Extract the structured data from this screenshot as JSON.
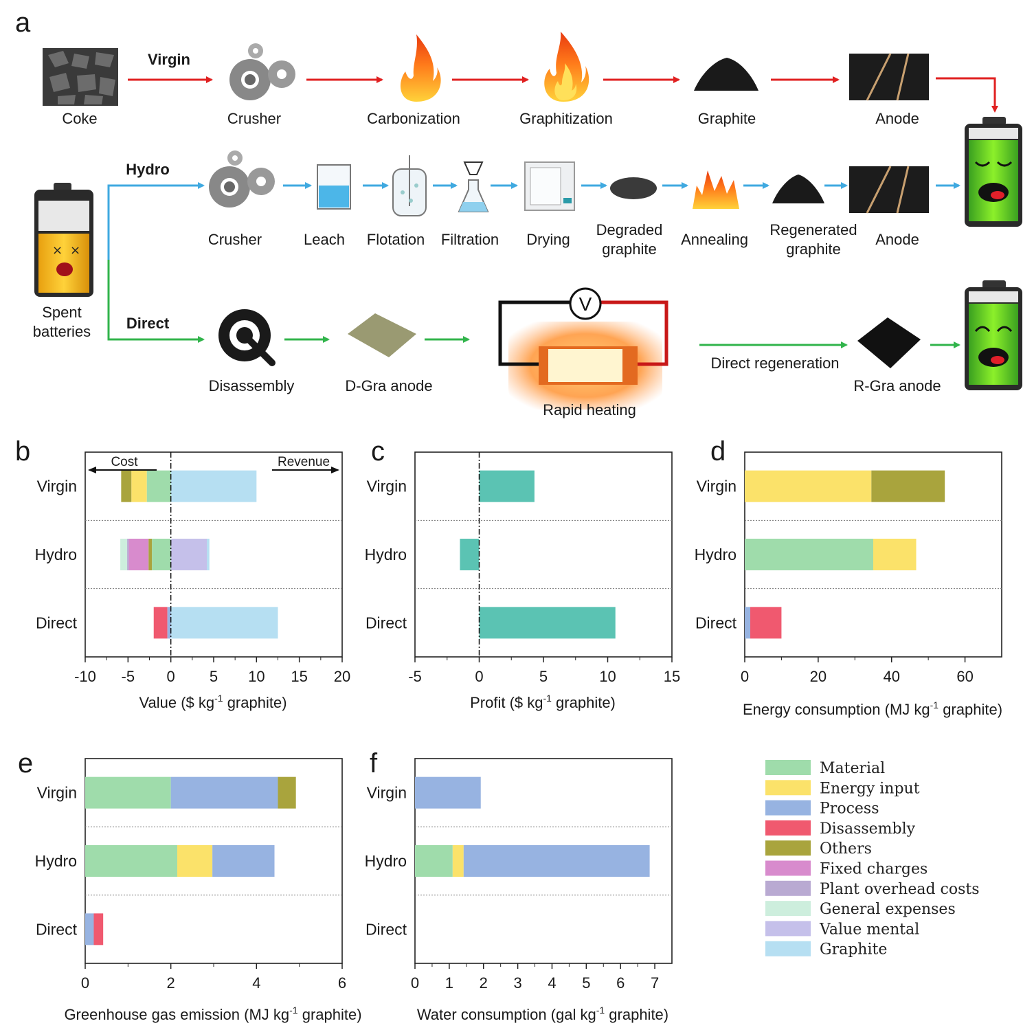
{
  "colors": {
    "virgin_arrow": "#e02020",
    "hydro_arrow": "#3fa9e0",
    "direct_arrow": "#31b44b",
    "material": "#9fdcab",
    "energy_input": "#fbe26a",
    "process": "#97b3e1",
    "disassembly": "#f0596f",
    "others": "#a9a43d",
    "fixed_charges": "#d88bcd",
    "plant_overhead": "#b9aad2",
    "general_expenses": "#cdeedd",
    "value_mental": "#c5c0ea",
    "graphite": "#b6dff2",
    "profit": "#5bc3b3"
  },
  "panel_a": {
    "panel_label": "a",
    "virgin_label": "Virgin",
    "hydro_label": "Hydro",
    "direct_label": "Direct",
    "spent": [
      "Spent",
      "batteries"
    ],
    "virgin_steps": [
      "Coke",
      "Crusher",
      "Carbonization",
      "Graphitization",
      "Graphite",
      "Anode"
    ],
    "hydro_steps": [
      "Crusher",
      "Leach",
      "Flotation",
      "Filtration",
      "Drying",
      "Degraded graphite",
      "Annealing",
      "Regenerated graphite",
      "Anode"
    ],
    "direct_steps": [
      "Disassembly",
      "D-Gra anode",
      "Rapid heating",
      "Direct regeneration",
      "R-Gra anode"
    ],
    "voltmeter": "V"
  },
  "legend": [
    {
      "label": "Material",
      "color_key": "material"
    },
    {
      "label": "Energy input",
      "color_key": "energy_input"
    },
    {
      "label": "Process",
      "color_key": "process"
    },
    {
      "label": "Disassembly",
      "color_key": "disassembly"
    },
    {
      "label": "Others",
      "color_key": "others"
    },
    {
      "label": "Fixed charges",
      "color_key": "fixed_charges"
    },
    {
      "label": "Plant overhead costs",
      "color_key": "plant_overhead"
    },
    {
      "label": "General expenses",
      "color_key": "general_expenses"
    },
    {
      "label": "Value mental",
      "color_key": "value_mental"
    },
    {
      "label": "Graphite",
      "color_key": "graphite"
    }
  ],
  "chart_data": [
    {
      "panel": "b",
      "type": "bar",
      "orientation": "horizontal",
      "stacked": true,
      "categories": [
        "Virgin",
        "Hydro",
        "Direct"
      ],
      "xlabel": "Value ($ kg⁻¹ graphite)",
      "xlim": [
        -10,
        20
      ],
      "xticks": [
        -10,
        -5,
        0,
        5,
        10,
        15,
        20
      ],
      "annotations": [
        "Cost",
        "Revenue"
      ],
      "segments": [
        {
          "category": "Virgin",
          "component": "Others",
          "from": -5.8,
          "to": -4.6
        },
        {
          "category": "Virgin",
          "component": "Energy input",
          "from": -4.6,
          "to": -2.8
        },
        {
          "category": "Virgin",
          "component": "Material",
          "from": -2.8,
          "to": 0
        },
        {
          "category": "Virgin",
          "component": "Graphite",
          "from": 0,
          "to": 10.0
        },
        {
          "category": "Hydro",
          "component": "General expenses",
          "from": -5.9,
          "to": -5.1
        },
        {
          "category": "Hydro",
          "component": "Plant overhead costs",
          "from": -5.1,
          "to": -4.9
        },
        {
          "category": "Hydro",
          "component": "Fixed charges",
          "from": -4.9,
          "to": -2.6
        },
        {
          "category": "Hydro",
          "component": "Others",
          "from": -2.6,
          "to": -2.2
        },
        {
          "category": "Hydro",
          "component": "Material",
          "from": -2.2,
          "to": 0
        },
        {
          "category": "Hydro",
          "component": "Value mental",
          "from": 0,
          "to": 4.2
        },
        {
          "category": "Hydro",
          "component": "Graphite",
          "from": 4.2,
          "to": 4.5
        },
        {
          "category": "Direct",
          "component": "Disassembly",
          "from": -2.0,
          "to": -0.4
        },
        {
          "category": "Direct",
          "component": "Process",
          "from": -0.4,
          "to": 0
        },
        {
          "category": "Direct",
          "component": "Graphite",
          "from": 0,
          "to": 12.5
        }
      ]
    },
    {
      "panel": "c",
      "type": "bar",
      "orientation": "horizontal",
      "categories": [
        "Virgin",
        "Hydro",
        "Direct"
      ],
      "values": [
        4.3,
        -1.5,
        10.6
      ],
      "xlabel": "Profit ($ kg⁻¹ graphite)",
      "xlim": [
        -5,
        15
      ],
      "xticks": [
        -5,
        0,
        5,
        10,
        15
      ]
    },
    {
      "panel": "d",
      "type": "bar",
      "orientation": "horizontal",
      "stacked": true,
      "categories": [
        "Virgin",
        "Hydro",
        "Direct"
      ],
      "xlabel": "Energy consumption (MJ kg⁻¹ graphite)",
      "xlim": [
        0,
        70
      ],
      "xticks": [
        0,
        20,
        40,
        60
      ],
      "segments": [
        {
          "category": "Virgin",
          "component": "Energy input",
          "from": 0,
          "to": 34.5
        },
        {
          "category": "Virgin",
          "component": "Others",
          "from": 34.5,
          "to": 54.5
        },
        {
          "category": "Hydro",
          "component": "Material",
          "from": 0,
          "to": 35.0
        },
        {
          "category": "Hydro",
          "component": "Energy input",
          "from": 35.0,
          "to": 46.7
        },
        {
          "category": "Direct",
          "component": "Process",
          "from": 0,
          "to": 1.5
        },
        {
          "category": "Direct",
          "component": "Disassembly",
          "from": 1.5,
          "to": 10.0
        }
      ]
    },
    {
      "panel": "e",
      "type": "bar",
      "orientation": "horizontal",
      "stacked": true,
      "categories": [
        "Virgin",
        "Hydro",
        "Direct"
      ],
      "xlabel": "Greenhouse gas emission (MJ kg⁻¹ graphite)",
      "xlim": [
        0,
        6
      ],
      "xticks": [
        0,
        2,
        4,
        6
      ],
      "segments": [
        {
          "category": "Virgin",
          "component": "Material",
          "from": 0,
          "to": 2.0
        },
        {
          "category": "Virgin",
          "component": "Process",
          "from": 2.0,
          "to": 4.5
        },
        {
          "category": "Virgin",
          "component": "Others",
          "from": 4.5,
          "to": 4.92
        },
        {
          "category": "Hydro",
          "component": "Material",
          "from": 0,
          "to": 2.15
        },
        {
          "category": "Hydro",
          "component": "Energy input",
          "from": 2.15,
          "to": 2.97
        },
        {
          "category": "Hydro",
          "component": "Process",
          "from": 2.97,
          "to": 4.42
        },
        {
          "category": "Direct",
          "component": "Process",
          "from": 0,
          "to": 0.2
        },
        {
          "category": "Direct",
          "component": "Disassembly",
          "from": 0.2,
          "to": 0.42
        }
      ]
    },
    {
      "panel": "f",
      "type": "bar",
      "orientation": "horizontal",
      "stacked": true,
      "categories": [
        "Virgin",
        "Hydro",
        "Direct"
      ],
      "xlabel": "Water consumption (gal kg⁻¹ graphite)",
      "xlim": [
        0,
        7.5
      ],
      "xticks": [
        0,
        1,
        2,
        3,
        4,
        5,
        6,
        7
      ],
      "segments": [
        {
          "category": "Virgin",
          "component": "Process",
          "from": 0,
          "to": 1.92
        },
        {
          "category": "Hydro",
          "component": "Material",
          "from": 0,
          "to": 1.1
        },
        {
          "category": "Hydro",
          "component": "Energy input",
          "from": 1.1,
          "to": 1.42
        },
        {
          "category": "Hydro",
          "component": "Process",
          "from": 1.42,
          "to": 6.85
        }
      ]
    }
  ]
}
